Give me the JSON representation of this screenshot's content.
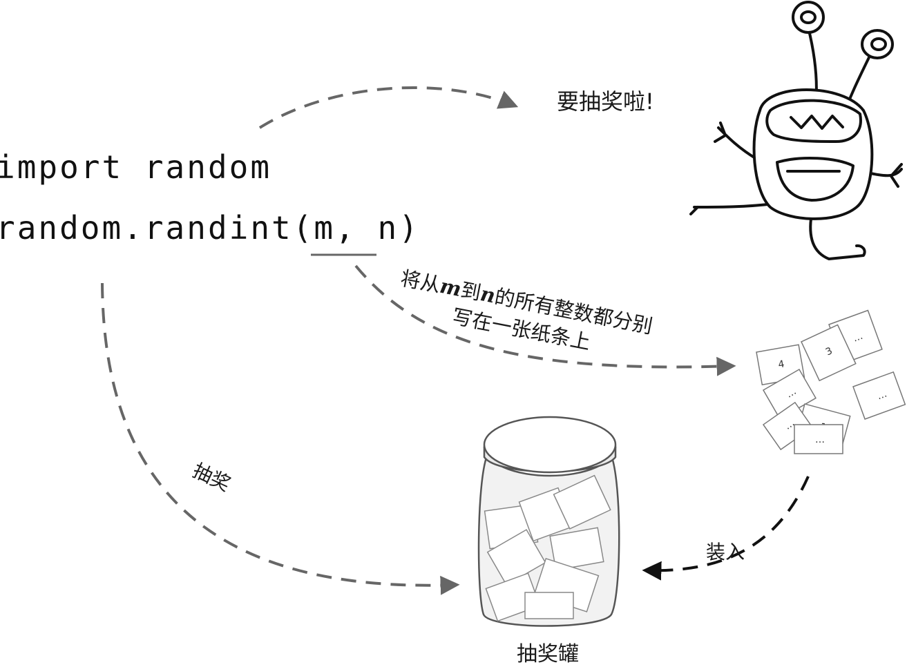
{
  "code": {
    "line1": "import random",
    "line2_prefix": "random.randint(",
    "arg_m": "m",
    "arg_sep": ", ",
    "arg_n": "n",
    "line2_suffix": ")"
  },
  "labels": {
    "monster_speech": "要抽奖啦!",
    "description_part1": "将从",
    "description_m": "m",
    "description_part2": "到",
    "description_n": "n",
    "description_part3": "的所有整数都分别",
    "description_line2": "写在一张纸条上",
    "draw": "抽奖",
    "put_in": "装入",
    "jar": "抽奖罐"
  },
  "paper_slips": [
    "4",
    "3",
    "…",
    "…",
    "1",
    "…",
    "…",
    "…"
  ],
  "colors": {
    "arrow": "#666666",
    "ink": "#111111",
    "slip_shadow": "#c8c8c8"
  },
  "icons": [
    "monster-illustration",
    "paper-slips-illustration",
    "jar-illustration"
  ]
}
